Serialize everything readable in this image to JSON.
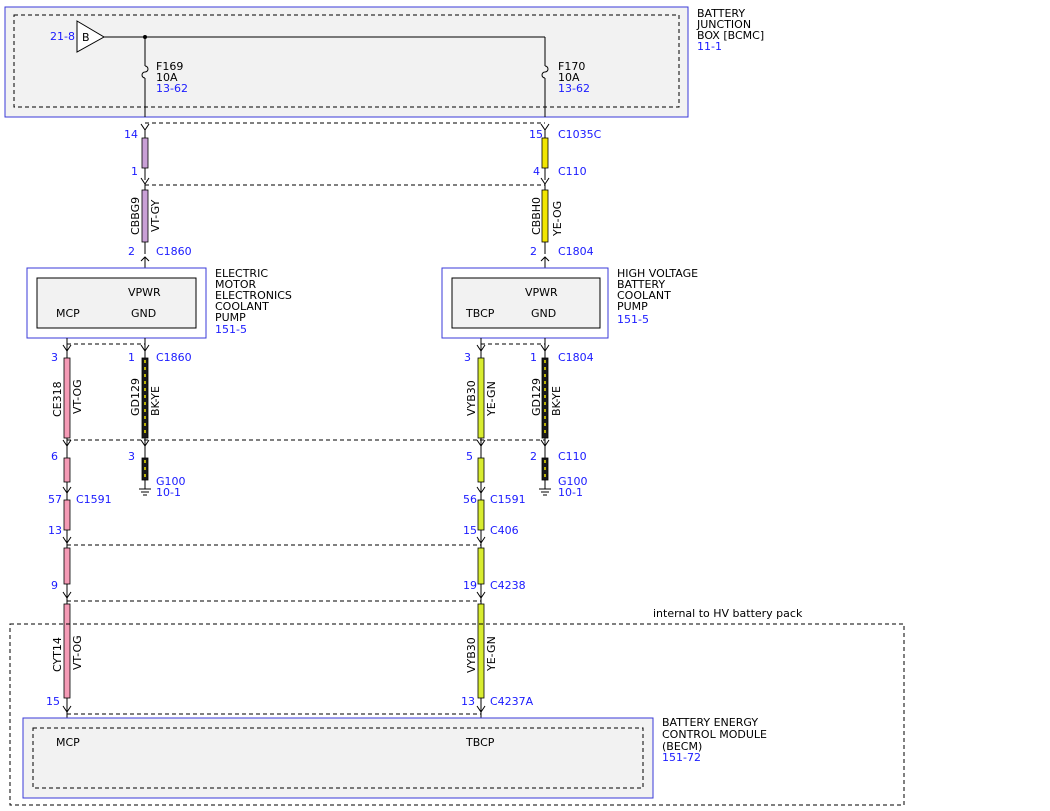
{
  "bjb": {
    "title": [
      "BATTERY",
      "JUNCTION",
      "BOX [BCMC]"
    ],
    "ref": "11-1",
    "input_ref": "21-8",
    "input_label": "B",
    "fuse1": {
      "name": "F169",
      "rating": "10A",
      "ref": "13-62"
    },
    "fuse2": {
      "name": "F170",
      "rating": "10A",
      "ref": "13-62"
    }
  },
  "pins": {
    "l14": "14",
    "l1": "1",
    "l2": "2",
    "r15": "15",
    "r4": "4",
    "r2": "2",
    "c1035c": "C1035C",
    "c110": "C110",
    "c1860": "C1860",
    "c1804": "C1804",
    "lm3": "3",
    "lg1": "1",
    "lm6": "6",
    "lg3": "3",
    "lm57": "57",
    "lm13": "13",
    "lm9": "9",
    "lm15": "15",
    "rt3": "3",
    "rg1": "1",
    "rt5": "5",
    "rg2": "2",
    "rt56": "56",
    "rt15": "15",
    "rt19": "19",
    "rt13": "13",
    "c1591": "C1591",
    "c406": "C406",
    "c4238": "C4238",
    "c4237a": "C4237A"
  },
  "wires": {
    "w1": {
      "circuit": "CBBG9",
      "color": "VT-GY"
    },
    "w2": {
      "circuit": "CBBH0",
      "color": "YE-OG"
    },
    "w3": {
      "circuit": "CE318",
      "color": "VT-OG"
    },
    "w4": {
      "circuit": "GD129",
      "color": "BK-YE"
    },
    "w5": {
      "circuit": "VYB30",
      "color": "YE-GN"
    },
    "w6": {
      "circuit": "GD129",
      "color": "BK-YE"
    },
    "w7": {
      "circuit": "CYT14",
      "color": "VT-OG"
    },
    "w8": {
      "circuit": "VYB30",
      "color": "YE-GN"
    }
  },
  "pump1": {
    "title": [
      "ELECTRIC",
      "MOTOR",
      "ELECTRONICS",
      "COOLANT",
      "PUMP"
    ],
    "ref": "151-5",
    "vpwr": "VPWR",
    "sig": "MCP",
    "gnd": "GND"
  },
  "pump2": {
    "title": [
      "HIGH VOLTAGE",
      "BATTERY",
      "COOLANT",
      "PUMP"
    ],
    "ref": "151-5",
    "vpwr": "VPWR",
    "sig": "TBCP",
    "gnd": "GND"
  },
  "grounds": {
    "g1": {
      "name": "G100",
      "ref": "10-1"
    },
    "g2": {
      "name": "G100",
      "ref": "10-1"
    }
  },
  "internal_label": "internal to HV battery pack",
  "becm": {
    "title": [
      "BATTERY ENERGY",
      "CONTROL MODULE",
      "(BECM)"
    ],
    "ref": "151-72",
    "mcp": "MCP",
    "tbcp": "TBCP"
  },
  "colors": {
    "violet_gray": "#c9a0d6",
    "yellow_orange": "#f2e600",
    "violet_orange": "#f59bb6",
    "black_yellow": "#1a1a1a",
    "yellow_green": "#d8ec30",
    "blue_frame": "#3a3ad8",
    "box_fill": "#f2f2f2"
  }
}
